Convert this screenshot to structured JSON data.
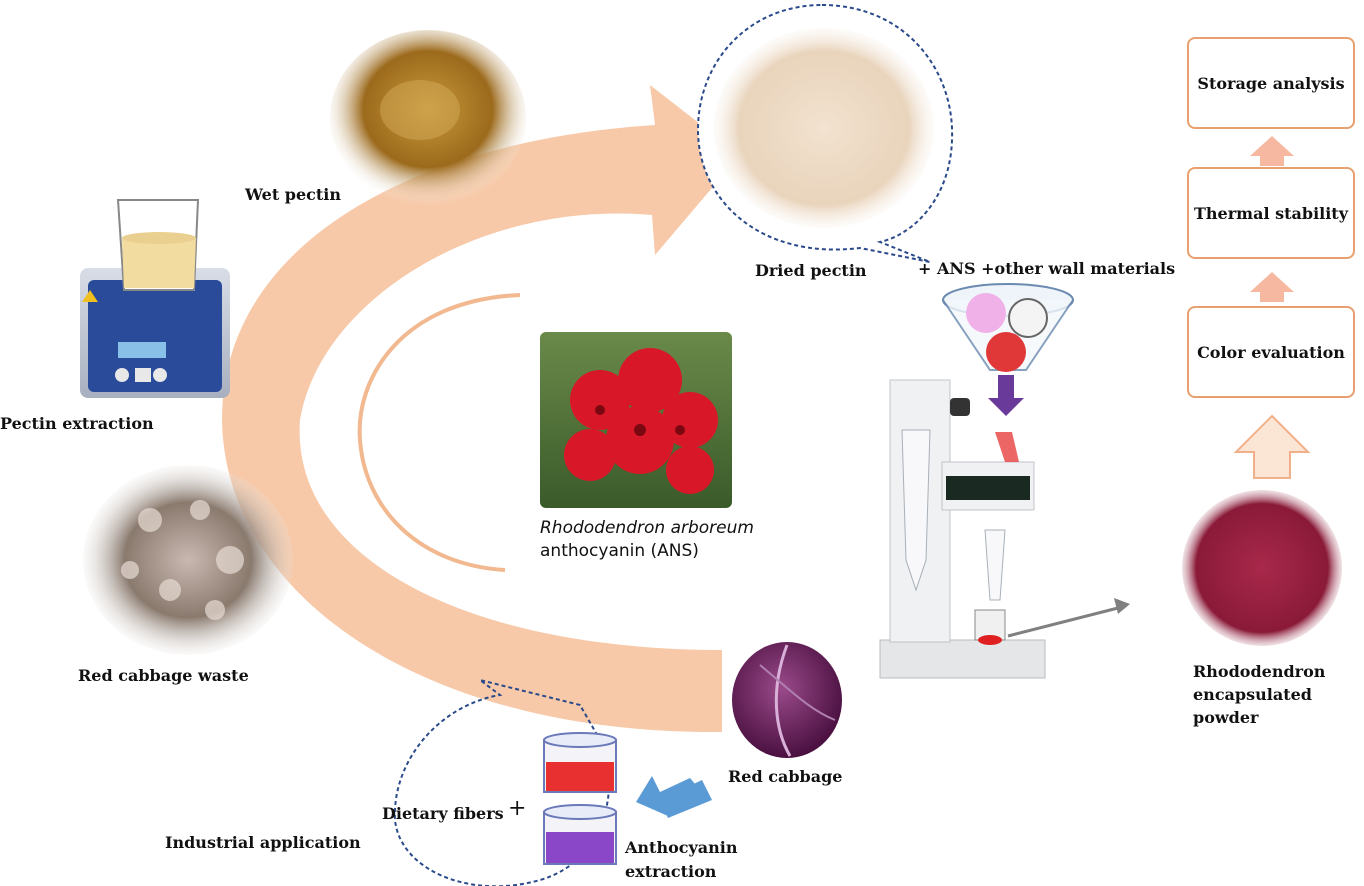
{
  "labels": {
    "wet_pectin": "Wet pectin",
    "dried_pectin": "Dried pectin",
    "ans_wall": "+ ANS +other wall materials",
    "pectin_extraction": "Pectin extraction",
    "red_cabbage_waste": "Red cabbage waste",
    "red_cabbage": "Red cabbage",
    "dietary_fibers": "Dietary fibers",
    "plus_sign": "+",
    "anthocyanin_extraction_1": "Anthocyanin",
    "anthocyanin_extraction_2": "extraction",
    "industrial_application": "Industrial application",
    "rhodo_species": "Rhododendron arboreum",
    "rhodo_ans": "anthocyanin (ANS)",
    "powder_1": "Rhododendron",
    "powder_2": "encapsulated",
    "powder_3": "powder"
  },
  "analysis_steps": [
    "Storage analysis",
    "Thermal stability",
    "Color evaluation"
  ],
  "colors": {
    "main_arrow": "#f7c9a8",
    "box_border": "#e8a070",
    "dashed_outline": "#2a4a8a",
    "blue_arrow": "#5b9bd5",
    "purple_arrow": "#6a3a9a"
  }
}
